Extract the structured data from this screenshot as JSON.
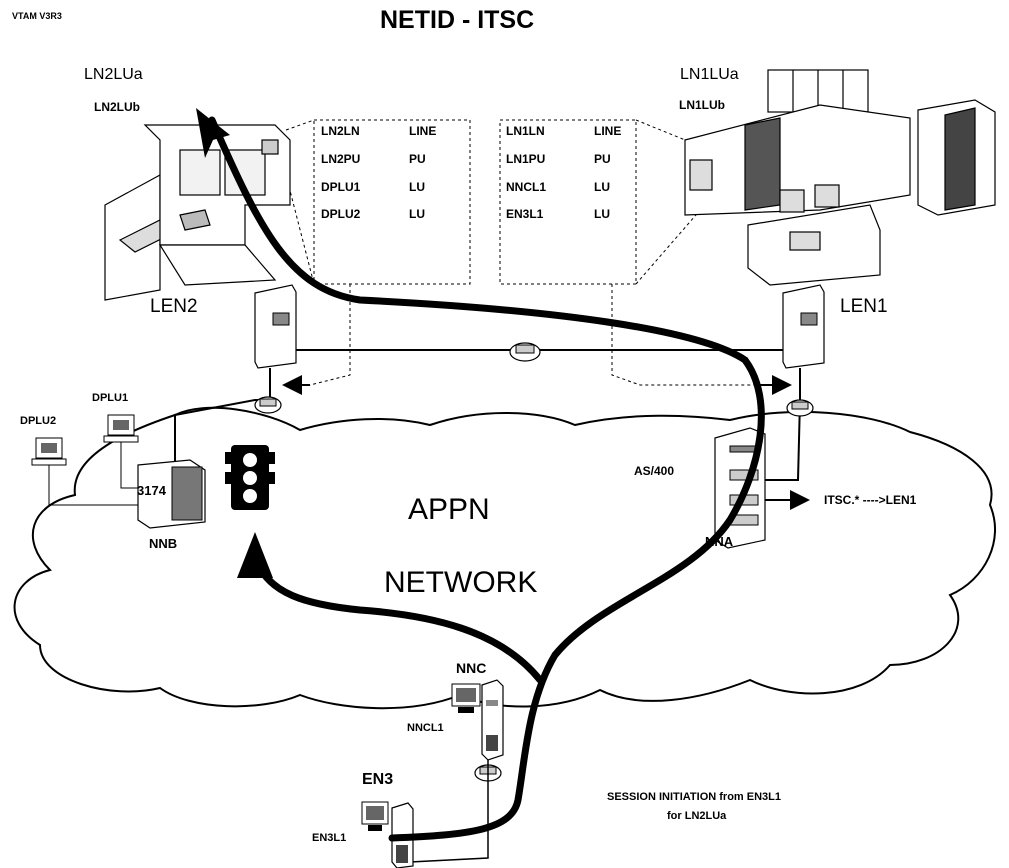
{
  "header": {
    "version": "VTAM V3R3",
    "title": "NETID - ITSC"
  },
  "cloud": {
    "line1": "APPN",
    "line2": "NETWORK"
  },
  "nodes": {
    "ln2lua": "LN2LUa",
    "ln2lub": "LN2LUb",
    "ln1lua": "LN1LUa",
    "ln1lub": "LN1LUb",
    "len2": "LEN2",
    "len1": "LEN1",
    "dplu1": "DPLU1",
    "dplu2": "DPLU2",
    "c3174": "3174",
    "nnb": "NNB",
    "as400": "AS/400",
    "nna": "NNA",
    "nnc": "NNC",
    "nncl1": "NNCL1",
    "en3": "EN3",
    "en3l1": "EN3L1"
  },
  "tables": {
    "left": [
      {
        "name": "LN2LN",
        "type": "LINE"
      },
      {
        "name": "LN2PU",
        "type": "PU"
      },
      {
        "name": "DPLU1",
        "type": "LU"
      },
      {
        "name": "DPLU2",
        "type": "LU"
      }
    ],
    "right": [
      {
        "name": "LN1LN",
        "type": "LINE"
      },
      {
        "name": "LN1PU",
        "type": "PU"
      },
      {
        "name": "NNCL1",
        "type": "LU"
      },
      {
        "name": "EN3L1",
        "type": "LU"
      }
    ]
  },
  "route_note": "ITSC.* ---->LEN1",
  "caption": {
    "line1": "SESSION INITIATION from EN3L1",
    "line2": "for LN2LUa"
  }
}
